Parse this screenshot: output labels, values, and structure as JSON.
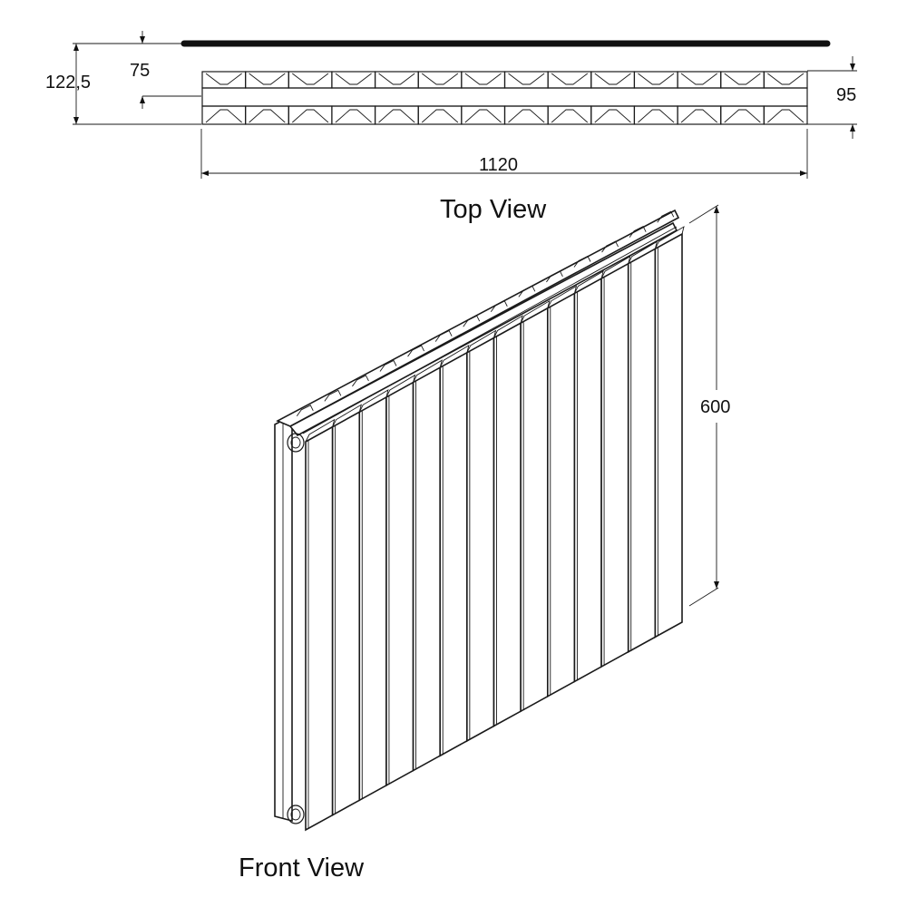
{
  "top_view": {
    "title": "Top View",
    "dims": {
      "overall_depth": "122,5",
      "wall_offset": "75",
      "panel_depth": "95",
      "width": "1120"
    },
    "section_count": 14
  },
  "front_view": {
    "title": "Front View",
    "dims": {
      "height": "600"
    },
    "column_count": 14
  }
}
